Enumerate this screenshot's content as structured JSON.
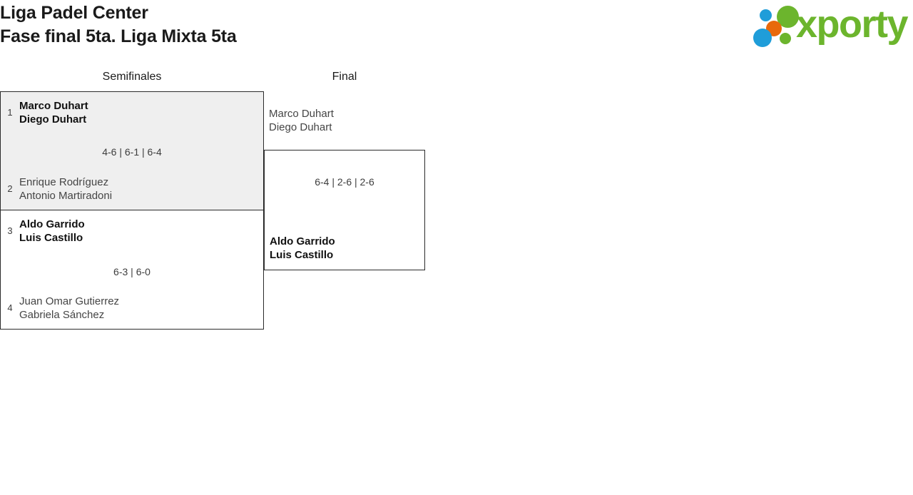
{
  "header": {
    "title_line1": "Liga Padel Center",
    "title_line2": "Fase final 5ta. Liga Mixta 5ta",
    "logo": {
      "wordmark": "xporty",
      "colors": {
        "green": "#6cb52d",
        "blue": "#1f9dd9",
        "orange": "#e8690b"
      }
    }
  },
  "bracket": {
    "rounds": [
      {
        "name": "semifinals",
        "label": "Semifinales"
      },
      {
        "name": "final",
        "label": "Final"
      }
    ],
    "semifinals": [
      {
        "score": "4-6 | 6-1 | 6-4",
        "top": {
          "seed": "1",
          "player1": "Marco Duhart",
          "player2": "Diego Duhart",
          "result": "winner"
        },
        "bottom": {
          "seed": "2",
          "player1": "Enrique Rodríguez",
          "player2": "Antonio Martiradoni",
          "result": "loser"
        }
      },
      {
        "score": "6-3 | 6-0",
        "top": {
          "seed": "3",
          "player1": "Aldo Garrido",
          "player2": "Luis Castillo",
          "result": "winner"
        },
        "bottom": {
          "seed": "4",
          "player1": "Juan Omar Gutierrez",
          "player2": "Gabriela Sánchez",
          "result": "loser"
        }
      }
    ],
    "final": {
      "score": "6-4 | 2-6 | 2-6",
      "top": {
        "player1": "Marco Duhart",
        "player2": "Diego Duhart",
        "result": "loser"
      },
      "bottom": {
        "player1": "Aldo Garrido",
        "player2": "Luis Castillo",
        "result": "winner"
      }
    }
  }
}
